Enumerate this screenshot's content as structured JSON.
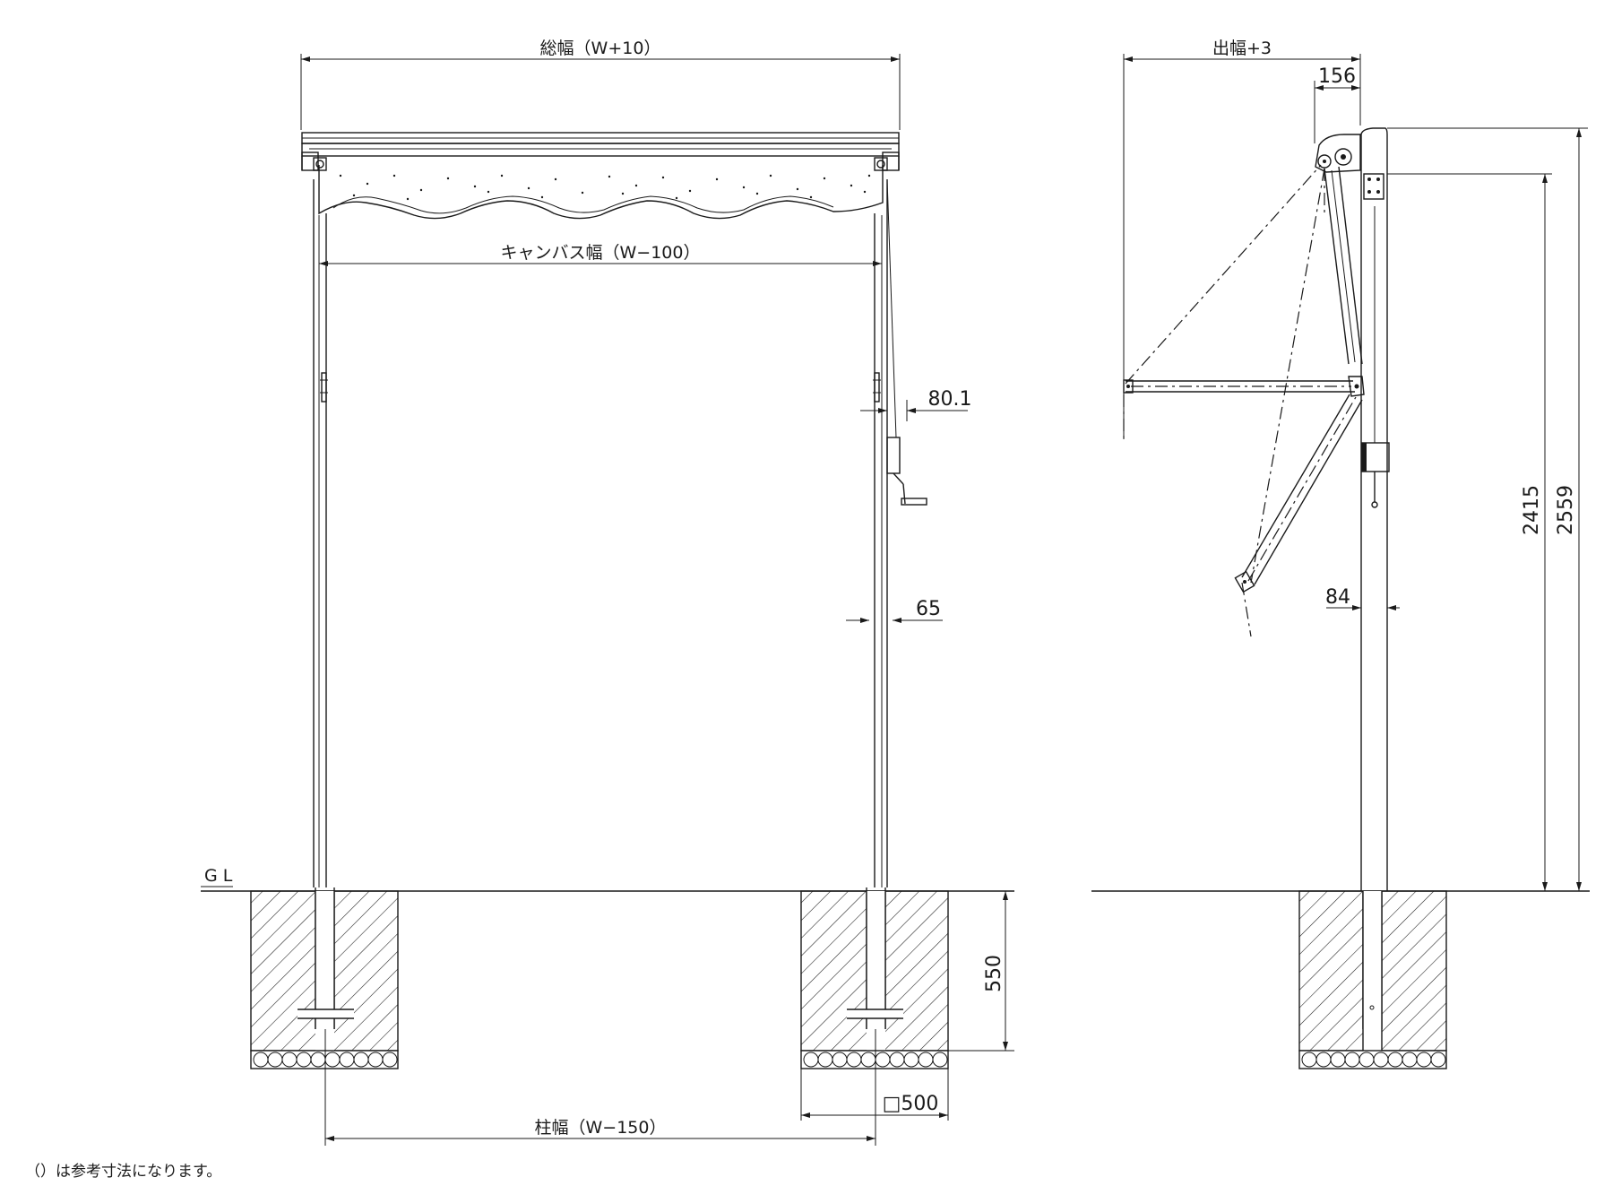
{
  "labels": {
    "total_width": "総幅（W+10）",
    "canvas_width": "キャンバス幅（W−100）",
    "post_width": "柱幅（W−150）",
    "ground_line": "G L",
    "handle_offset": "80.1",
    "post_section": "65",
    "foundation_depth": "550",
    "foundation_size": "□500",
    "projection": "出幅+3",
    "bracket_depth": "156",
    "post_depth": "84",
    "height_inner": "2415",
    "height_total": "2559"
  },
  "note": "（）は参考寸法になります。"
}
